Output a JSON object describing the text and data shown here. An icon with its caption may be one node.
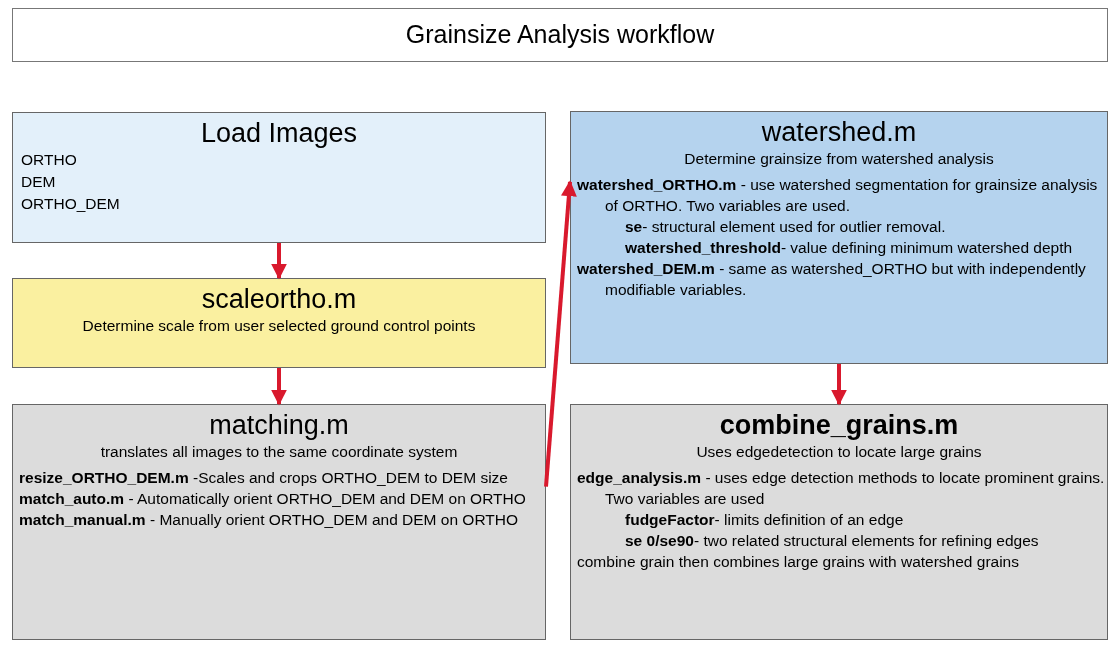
{
  "diagram": {
    "title": "Grainsize Analysis workflow",
    "nodes": [
      {
        "text": [
          "Load Images",
          "ORTHO",
          "DEM",
          "ORTHO_DEM"
        ]
      },
      {
        "text": [
          "scaleortho.m",
          "Determine scale from user selected ground control points"
        ]
      },
      {
        "text": [
          "matching.m",
          "translates all images to the same coordinate system",
          "**resize_ORTHO_DEM.m** -Scales and crops ORTHO_DEM to DEM size",
          "**match_auto.m** - Automatically orient ORTHO_DEM and DEM on ORTHO",
          "**match_manual.m** - Manually orient ORTHO_DEM and DEM on ORTHO"
        ]
      },
      {
        "text": [
          "watershed.m",
          "Determine grainsize from watershed analysis",
          "**watershed_ORTHO.m** - use watershed segmentation for grainsize analysis of ORTHO.  Two variables are used.",
          "**se**- structural element used for outlier removal.",
          "**watershed_threshold**- value defining minimum watershed depth",
          "**watershed_DEM.m** - same as watershed_ORTHO but with independently modifiable variables."
        ]
      },
      {
        "text": [
          "combine_grains.m",
          "Uses edgedetection to locate large grains",
          "**edge_analysis.m** - uses edge detection methods to locate prominent grains. Two variables are used",
          "**fudgeFactor**- limits definition of an edge",
          "**se 0/se90**- two related structural elements for refining edges",
          "combine grain then combines large grains with watershed grains"
        ]
      }
    ],
    "edges": [
      {
        "from": 0,
        "to": 1,
        "arrow": "to",
        "color": "#d9192d"
      },
      {
        "from": 1,
        "to": 2,
        "arrow": "to",
        "color": "#d9192d"
      },
      {
        "from": 2,
        "to": 3,
        "arrow": "to",
        "color": "#d9192d"
      },
      {
        "from": 3,
        "to": 4,
        "arrow": "to",
        "color": "#d9192d"
      }
    ]
  }
}
